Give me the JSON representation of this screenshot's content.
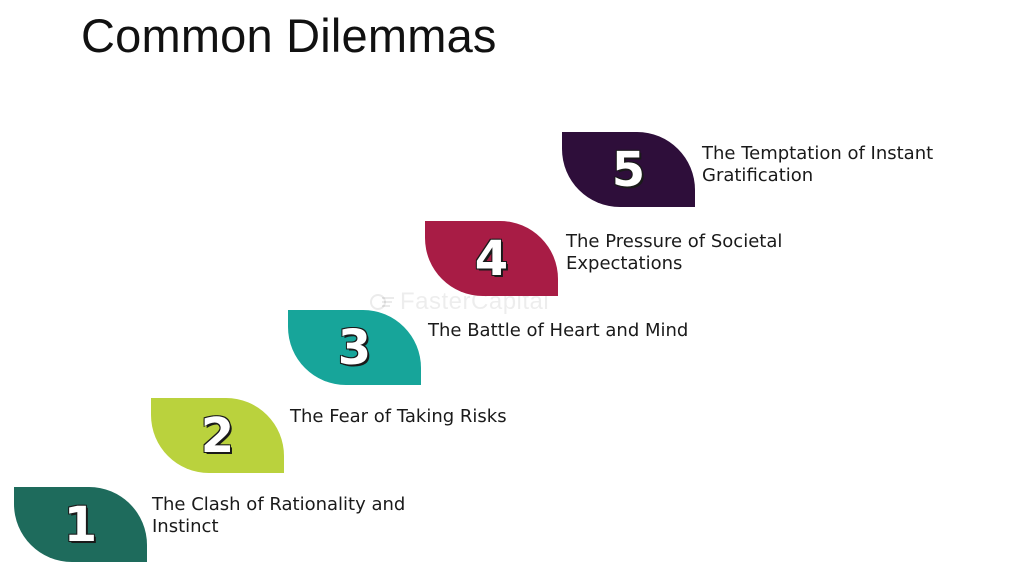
{
  "title": "Common Dilemmas",
  "watermark": "FasterCapital",
  "steps": [
    {
      "number": "1",
      "label_lines": [
        "The Clash of Rationality and",
        "Instinct"
      ],
      "color": "#1e6b5c"
    },
    {
      "number": "2",
      "label_lines": [
        "The Fear of Taking Risks"
      ],
      "color": "#bad23d"
    },
    {
      "number": "3",
      "label_lines": [
        "The Battle of Heart and Mind"
      ],
      "color": "#17a59a"
    },
    {
      "number": "4",
      "label_lines": [
        "The Pressure of Societal",
        "Expectations"
      ],
      "color": "#a81c45"
    },
    {
      "number": "5",
      "label_lines": [
        "The Temptation of Instant",
        "Gratification"
      ],
      "color": "#2e0e3a"
    }
  ]
}
